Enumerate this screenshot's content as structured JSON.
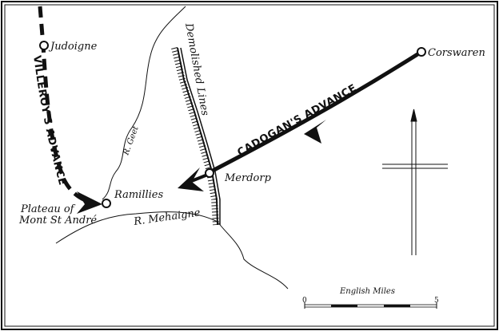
{
  "places": {
    "judoigne": "Judoigne",
    "corswaren": "Corswaren",
    "merdorp": "Merdorp",
    "ramillies": "Ramillies",
    "plateau_line1": "Plateau of",
    "plateau_line2": "Mont St André"
  },
  "rivers": {
    "geet": "R. Geet",
    "mehaigne": "R. Mehaigne"
  },
  "features": {
    "demolished_lines": "Demolished Lines"
  },
  "advances": {
    "villeroy": "VILLEROY'S ADVANCE",
    "cadogan": "CADOGAN'S  ADVANCE"
  },
  "scale": {
    "title": "English Miles",
    "start": "0",
    "end": "5"
  },
  "colors": {
    "ink": "#111111",
    "paper": "#ffffff"
  }
}
